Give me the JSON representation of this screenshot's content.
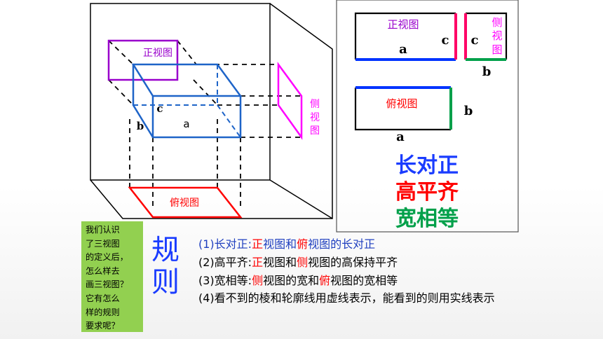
{
  "views": {
    "front": "正视图",
    "side": [
      "侧",
      "视",
      "图"
    ],
    "top": "俯视图"
  },
  "dims": {
    "a": "a",
    "b": "b",
    "c": "c"
  },
  "slogans": [
    {
      "text": "长对正",
      "color": "#1a3cff"
    },
    {
      "text": "高平齐",
      "color": "#ff0000"
    },
    {
      "text": "宽相等",
      "color": "#00a04a"
    }
  ],
  "colors": {
    "front_frame": "#9900cc",
    "side_frame": "#ff00ff",
    "top_frame": "#ff0000",
    "box": "#1e64c8"
  },
  "question": [
    "我们认识",
    "了三视图",
    "的定义后，",
    "怎么样去",
    "画三视图？",
    "它有怎么",
    "样的规则",
    "要求呢？"
  ],
  "rules_title": [
    "规",
    "则"
  ],
  "rules": [
    {
      "prefix": "(1)长对正:",
      "h1": "正",
      "mid": "视图和",
      "h2": "俯",
      "rest": "视图的长对正"
    },
    {
      "prefix": "(2)高平齐:",
      "h1": "正",
      "mid": "视图和",
      "h2": "侧",
      "rest": "视图的高保持平齐"
    },
    {
      "prefix": "(3)宽相等:",
      "h1": "侧",
      "mid": "视图的宽和",
      "h2": "俯",
      "rest": "视图的宽相等"
    }
  ],
  "rule4": "(4)看不到的棱和轮廓线用虚线表示，能看到的则用实线表示"
}
